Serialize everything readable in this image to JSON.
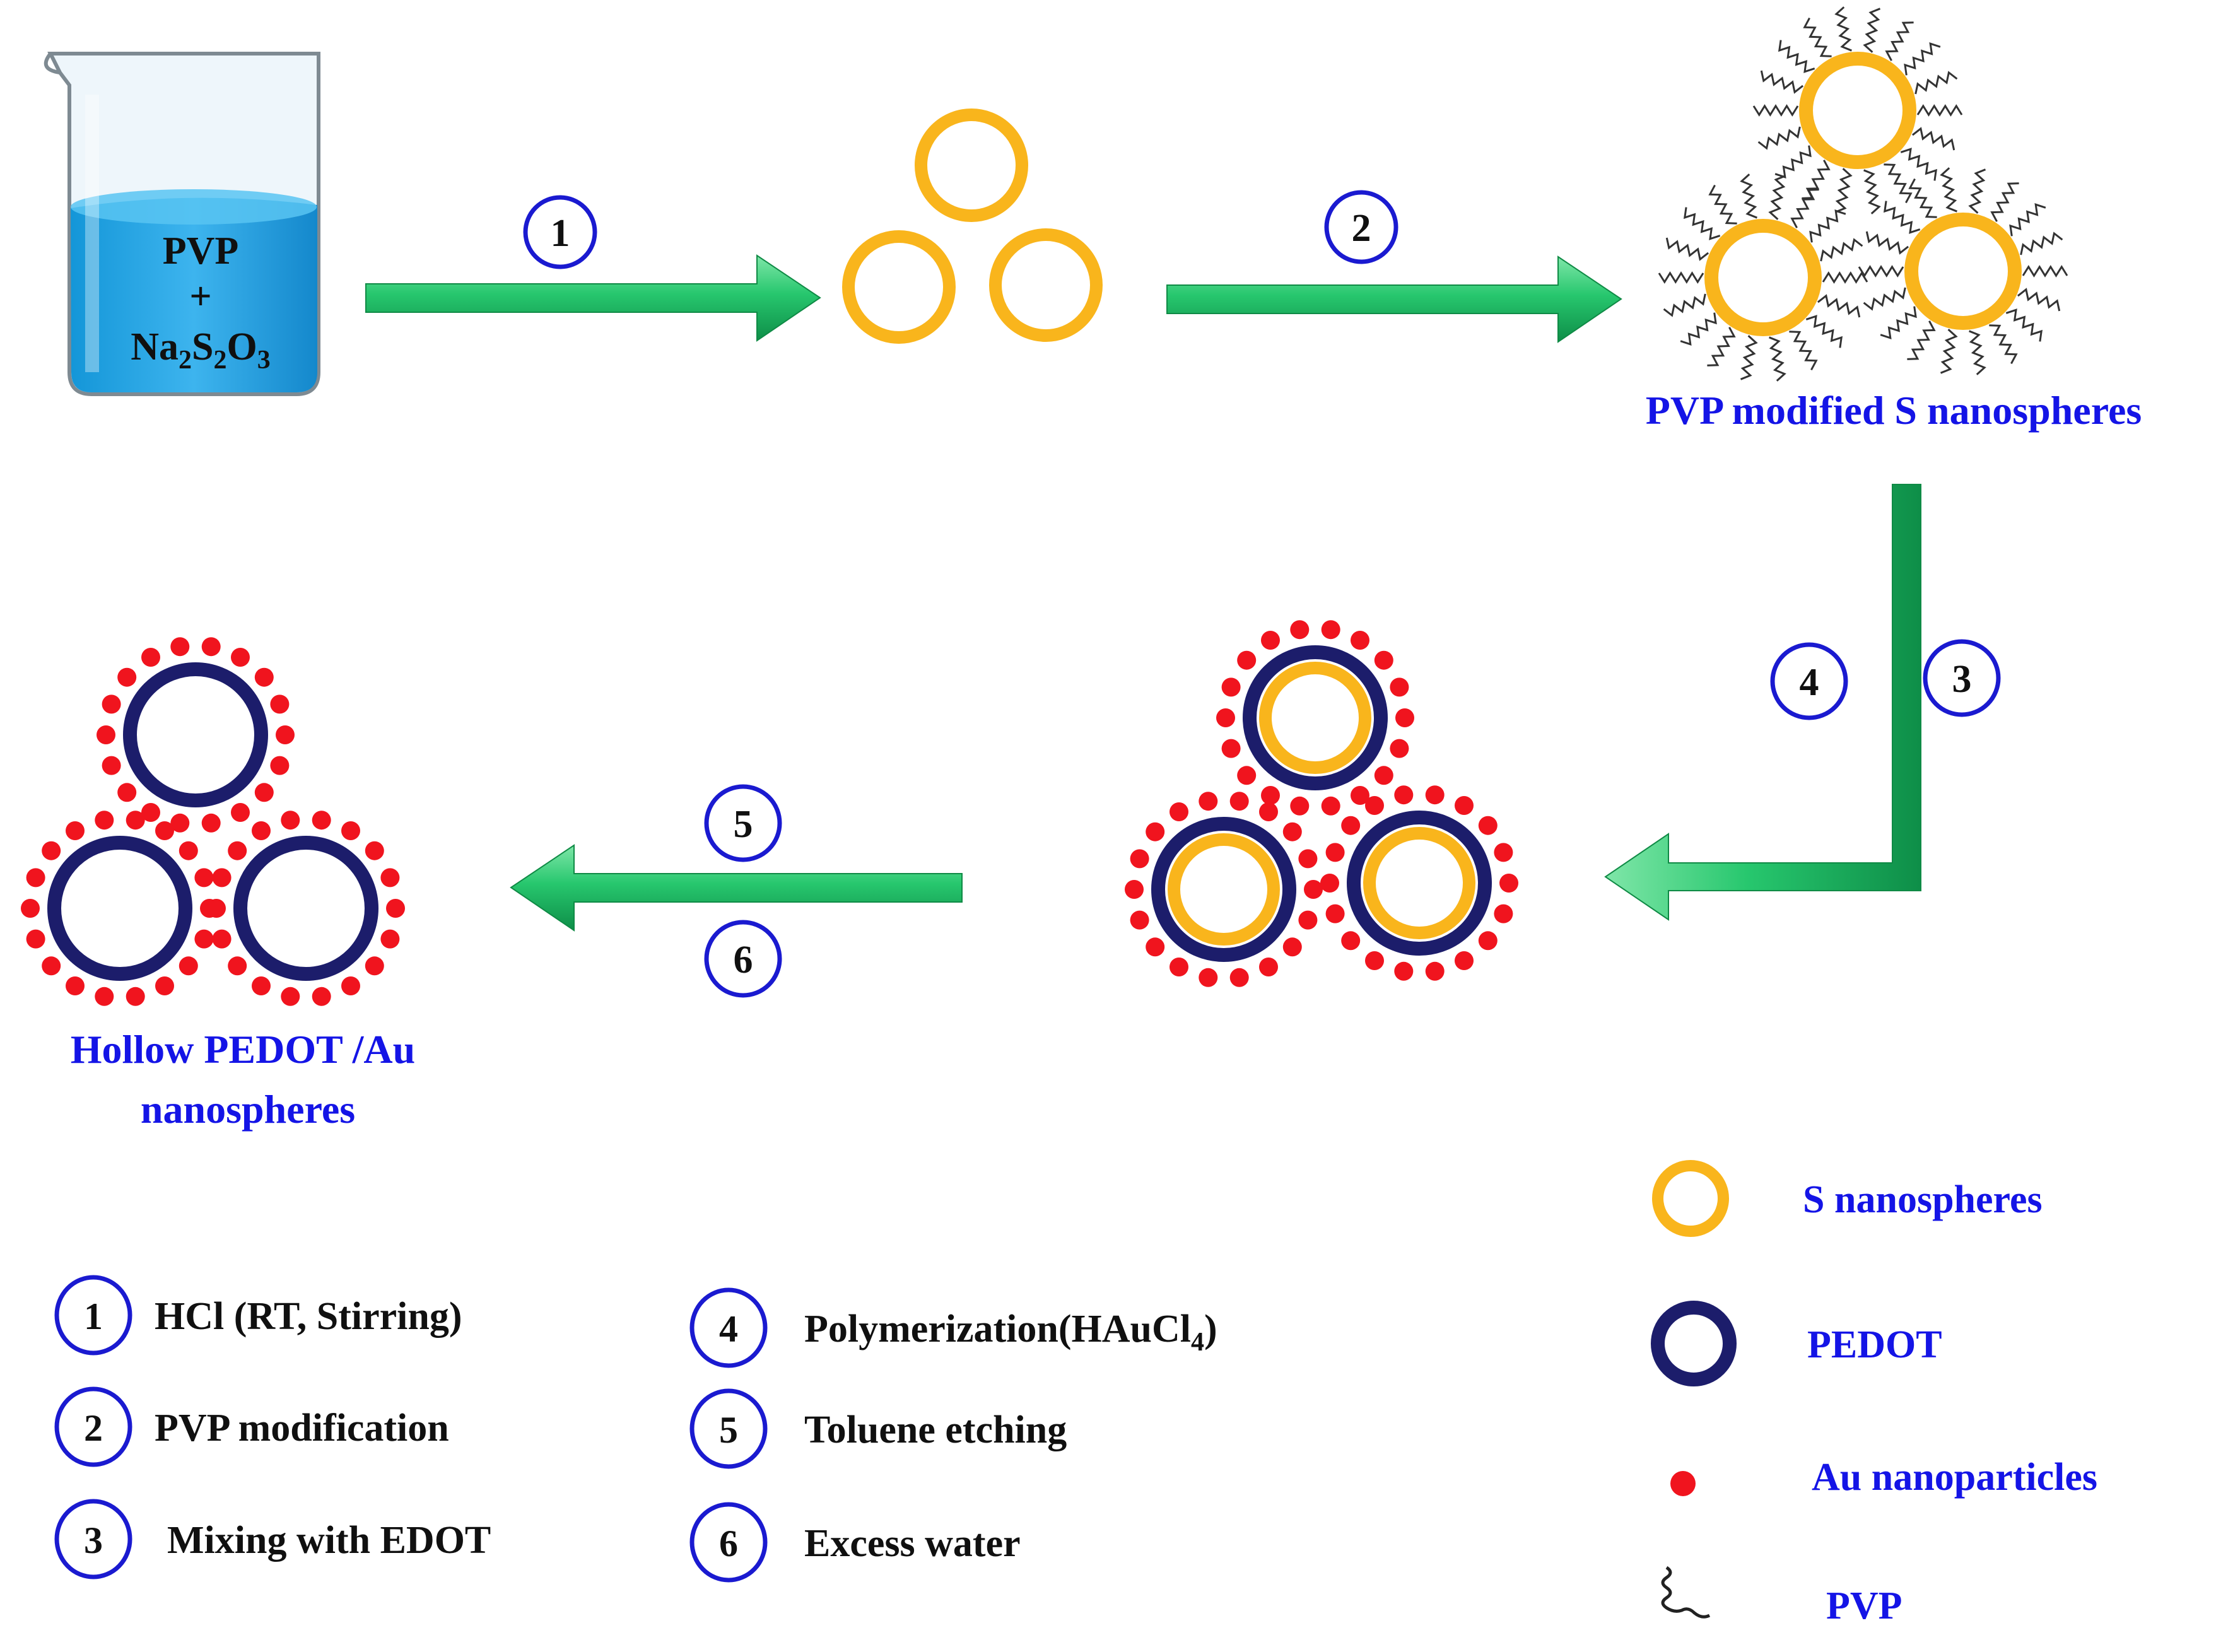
{
  "beaker": {
    "line1": "PVP",
    "line2": "+",
    "formula": [
      {
        "t": "Na",
        "sub": false
      },
      {
        "t": "2",
        "sub": true
      },
      {
        "t": "S",
        "sub": false
      },
      {
        "t": "2",
        "sub": true
      },
      {
        "t": "O",
        "sub": false
      },
      {
        "t": "3",
        "sub": true
      }
    ]
  },
  "steps": {
    "s1": "1",
    "s2": "2",
    "s3": "3",
    "s4": "4",
    "s5": "5",
    "s6": "6"
  },
  "labels": {
    "pvp_modified": "PVP modified S nanospheres",
    "hollow_line1": "Hollow PEDOT /Au",
    "hollow_line2": "nanospheres"
  },
  "step_legend": [
    {
      "num": "1",
      "text": "HCl (RT, Stirring)"
    },
    {
      "num": "2",
      "text": "PVP  modification"
    },
    {
      "num": "3",
      "text": "Mixing with EDOT"
    },
    {
      "num": "4",
      "text": "Polymerization(HAuCl",
      "sub": "4",
      "after": ")"
    },
    {
      "num": "5",
      "text": "Toluene etching"
    },
    {
      "num": "6",
      "text": "Excess water"
    }
  ],
  "symbol_legend": [
    {
      "icon": "s-nanosphere-icon",
      "label": "S nanospheres"
    },
    {
      "icon": "pedot-ring-icon",
      "label": "PEDOT"
    },
    {
      "icon": "au-nanoparticle-icon",
      "label": "Au nanoparticles"
    },
    {
      "icon": "pvp-chain-icon",
      "label": "PVP"
    }
  ],
  "colors": {
    "s_ring": "#F9B51C",
    "pedot": "#1C1D6B",
    "au": "#F0141E",
    "arrow": "#22C46A",
    "step_circle": "#1A1AD0",
    "label_blue": "#1414E6",
    "water": "#1E9FDD"
  }
}
